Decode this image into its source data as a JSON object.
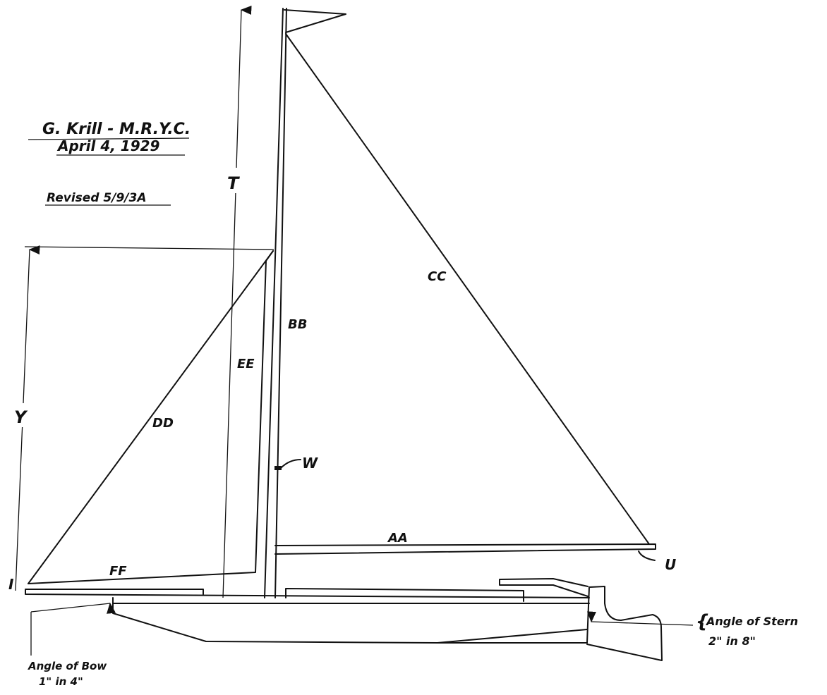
{
  "header": {
    "author": "G. Krill - M.R.Y.C.",
    "date": "April 4, 1929",
    "revised": "Revised 5/9/3A"
  },
  "labels": {
    "T": "T",
    "Y": "Y",
    "I": "I",
    "AA": "AA",
    "BB": "BB",
    "CC": "CC",
    "DD": "DD",
    "EE": "EE",
    "FF": "FF",
    "U": "U",
    "W": "W"
  },
  "notes": {
    "bow_line1": "Angle of Bow",
    "bow_line2": "1\" in 4\"",
    "stern_line1": "Angle of Stern",
    "stern_line2": "2\" in 8\""
  }
}
